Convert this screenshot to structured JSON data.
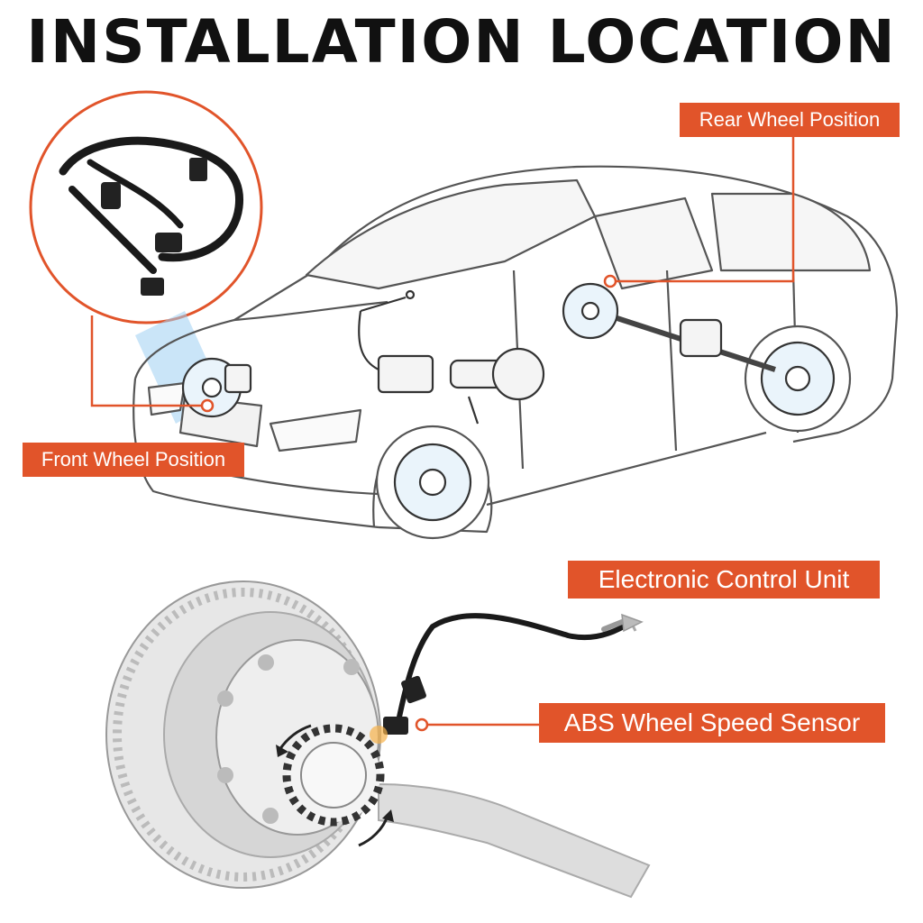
{
  "title": "INSTALLATION LOCATION",
  "labels": {
    "rear_wheel": "Rear Wheel Position",
    "front_wheel": "Front Wheel Position",
    "ecu": "Electronic Control Unit",
    "abs_sensor": "ABS Wheel Speed Sensor"
  },
  "colors": {
    "accent": "#e1542a",
    "title": "#111111",
    "highlight": "#9fd0f2"
  },
  "icons": [
    "sensor-harness-photo",
    "car-diagram",
    "brake-disc-diagram",
    "ecu-arrow-icon"
  ]
}
